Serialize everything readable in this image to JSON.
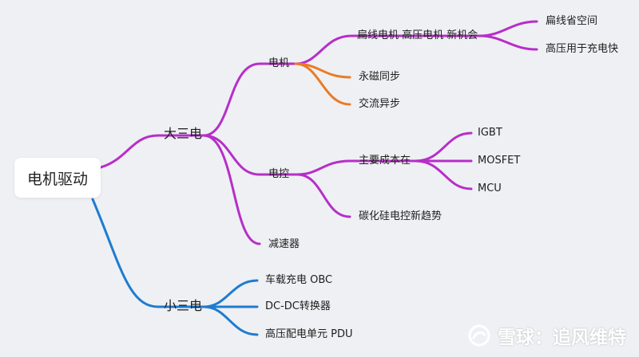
{
  "colors": {
    "background": "#eef0f3",
    "purple": "#b72ec9",
    "orange": "#ea7b26",
    "blue": "#1f7bd0"
  },
  "root": {
    "label": "电机驱动"
  },
  "branches": {
    "big3": {
      "label": "大三电",
      "motor": {
        "label": "电机",
        "flat": {
          "label": "扁线电机 高压电机 新机会",
          "c1": "扁线省空间",
          "c2": "高压用于充电快"
        },
        "pm": "永磁同步",
        "ac": "交流异步"
      },
      "control": {
        "label": "电控",
        "cost": {
          "label": "主要成本在",
          "c1": "IGBT",
          "c2": "MOSFET",
          "c3": "MCU"
        },
        "sic": "碳化硅电控新趋势"
      },
      "reducer": "减速器"
    },
    "small3": {
      "label": "小三电",
      "obc": "车载充电 OBC",
      "dcdc": "DC-DC转换器",
      "pdu": "高压配电单元 PDU"
    }
  },
  "watermark": {
    "text": "雪球：追风维特",
    "icon": "snowball-logo-icon"
  }
}
